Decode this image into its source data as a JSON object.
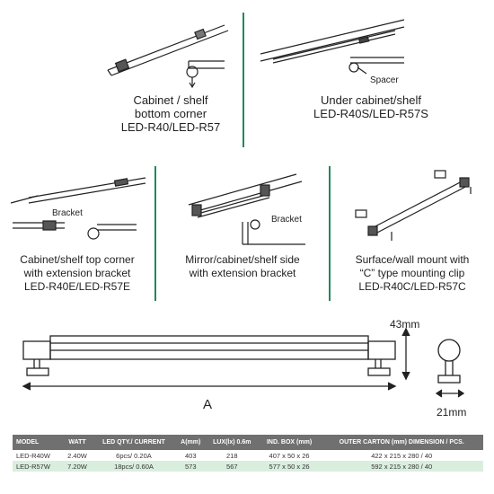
{
  "panels": [
    {
      "id": "bottom-corner",
      "lines": [
        "Cabinet / shelf",
        "bottom corner",
        "LED-R40/LED-R57"
      ]
    },
    {
      "id": "under-cabinet",
      "lines": [
        "Under cabinet/shelf",
        "LED-R40S/LED-R57S"
      ],
      "callout": "Spacer"
    },
    {
      "id": "top-corner",
      "lines": [
        "Cabinet/shelf top corner",
        "with extension bracket",
        "LED-R40E/LED-R57E"
      ],
      "callout": "Bracket"
    },
    {
      "id": "mirror-side",
      "lines": [
        "Mirror/cabinet/shelf side",
        "with extension bracket"
      ],
      "callout": "Bracket"
    },
    {
      "id": "surface-mount",
      "lines": [
        "Surface/wall mount with",
        "“C” type mounting clip",
        "LED-R40C/LED-R57C"
      ]
    }
  ],
  "dimensions": {
    "height": "43mm",
    "width": "21mm",
    "length_label": "A"
  },
  "table": {
    "headers": [
      "MODEL",
      "WATT",
      "LED QTY./ CURRENT",
      "A(mm)",
      "LUX(lx) 0.6m",
      "IND. BOX (mm)",
      "OUTER CARTON (mm) DIMENSION / PCS."
    ],
    "rows": [
      [
        "LED-R40W",
        "2.40W",
        "6pcs/ 0.20A",
        "403",
        "218",
        "407 x 50 x 26",
        "422 x 215 x 280 / 40"
      ],
      [
        "LED-R57W",
        "7.20W",
        "18pcs/ 0.60A",
        "573",
        "567",
        "577 x 50 x 26",
        "592 x 215 x 280 / 40"
      ]
    ]
  },
  "colors": {
    "divider": "#1f8a5a",
    "header_bg": "#707070",
    "alt_row": "#d9eedd"
  }
}
